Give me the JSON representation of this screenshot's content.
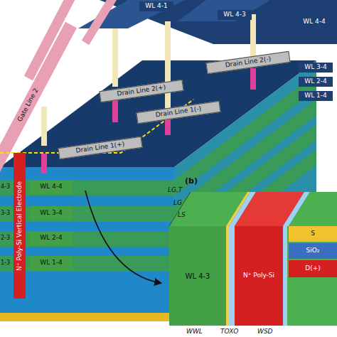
{
  "diagram": {
    "nodes": [
      {
        "text": [
          "Drain Line 2(-)"
        ]
      },
      {
        "text": [
          "Drain Line 2(+)"
        ]
      },
      {
        "text": [
          "Drain Line 1(-)"
        ]
      },
      {
        "text": [
          "Drain Line 1(+)"
        ]
      },
      {
        "text": [
          "Gate Line 2"
        ]
      },
      {
        "text": [
          "WL 4-1"
        ]
      },
      {
        "text": [
          "WL 4-3"
        ]
      },
      {
        "text": [
          "WL 4-4"
        ]
      },
      {
        "text": [
          "WL 3-4"
        ]
      },
      {
        "text": [
          "WL 2-4"
        ]
      },
      {
        "text": [
          "WL 1-4"
        ]
      },
      {
        "text": [
          "N⁺ Poly-Si Vertical Electrode"
        ]
      },
      {
        "text": [
          "WL 4-4"
        ]
      },
      {
        "text": [
          "WL 3-4"
        ]
      },
      {
        "text": [
          "WL 2-4"
        ]
      },
      {
        "text": [
          "WL 1-4"
        ]
      },
      {
        "text": [
          "(b)"
        ]
      },
      {
        "text": [
          "WL 4-3"
        ],
        "in": 16
      },
      {
        "text": [
          "N⁺ Poly-Si"
        ],
        "in": 16
      },
      {
        "text": [
          "S"
        ],
        "in": 16
      },
      {
        "text": [
          "SiO₂"
        ],
        "in": 16
      },
      {
        "text": [
          "D(+)"
        ],
        "in": 16
      }
    ],
    "labels": [
      "4-3",
      "3-3",
      "2-3",
      "1-3",
      "LG,T",
      "LG",
      "LS",
      "WWL",
      "TOXO",
      "WSD"
    ]
  }
}
